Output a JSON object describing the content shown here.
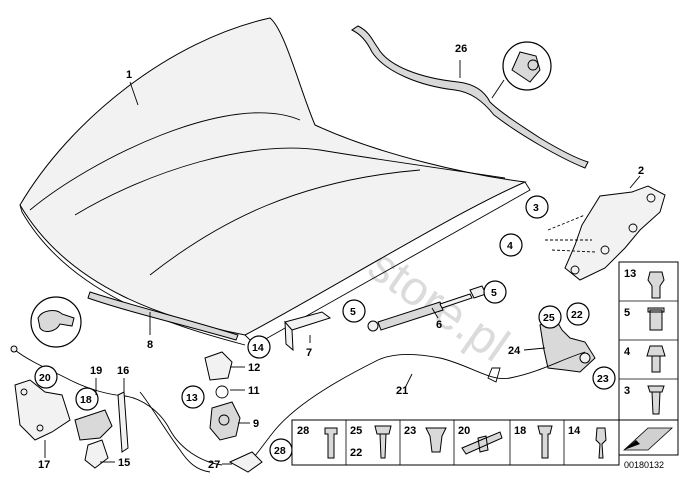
{
  "watermark": "www.BMWstore.pl",
  "diagram_code": "00180132",
  "callouts": {
    "hood": "1",
    "hinge": "2",
    "c3": "3",
    "c4": "4",
    "c5a": "5",
    "c5b": "5",
    "strut": "6",
    "pad": "7",
    "seal": "8",
    "latch": "9",
    "c11": "11",
    "c12": "12",
    "c13": "13",
    "c14": "14",
    "c15": "15",
    "c16": "16",
    "c17": "17",
    "c18": "18",
    "c19": "19",
    "c20": "20",
    "c21": "21",
    "c22": "22",
    "c23": "23",
    "c24": "24",
    "c25": "25",
    "c26": "26",
    "c27": "27",
    "c28": "28"
  },
  "side_parts": [
    "13",
    "5",
    "4",
    "3"
  ],
  "bottom_parts": [
    {
      "label": "28",
      "label2": ""
    },
    {
      "label": "25",
      "label2": "22"
    },
    {
      "label": "23",
      "label2": ""
    },
    {
      "label": "20",
      "label2": ""
    },
    {
      "label": "18",
      "label2": ""
    },
    {
      "label": "14",
      "label2": ""
    }
  ]
}
